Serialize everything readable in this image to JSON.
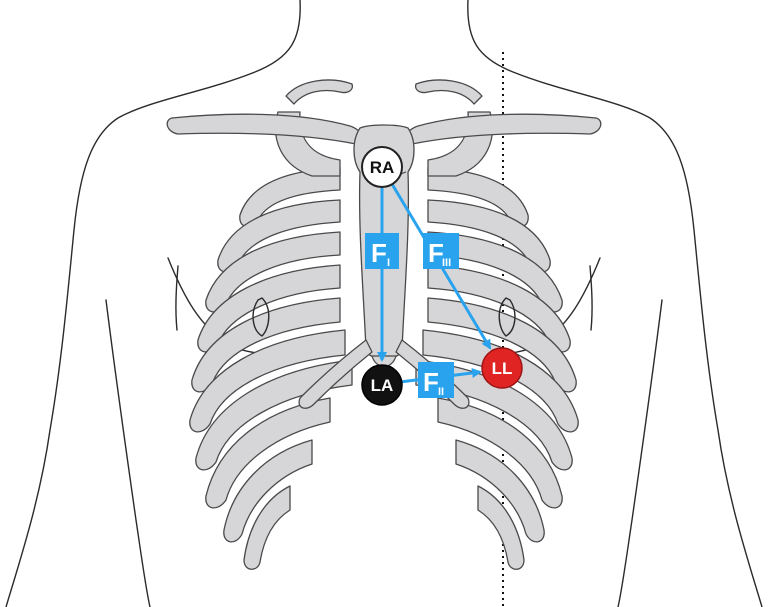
{
  "diagram": {
    "colors": {
      "arrow": "#2aa3ee",
      "box": "#2aa3ee",
      "bone_fill": "#d6d6d9",
      "bone_stroke": "#4a4a4a",
      "outline": "#2b2b2b",
      "electrode_ra": "#ffffff",
      "electrode_la": "#111111",
      "electrode_ll": "#e02424"
    },
    "electrodes": {
      "ra": {
        "label": "RA"
      },
      "la": {
        "label": "LA"
      },
      "ll": {
        "label": "LL"
      }
    },
    "leads": {
      "lead1": {
        "main": "F",
        "sub": "I"
      },
      "lead2": {
        "main": "F",
        "sub": "II"
      },
      "lead3": {
        "main": "F",
        "sub": "III"
      }
    }
  }
}
